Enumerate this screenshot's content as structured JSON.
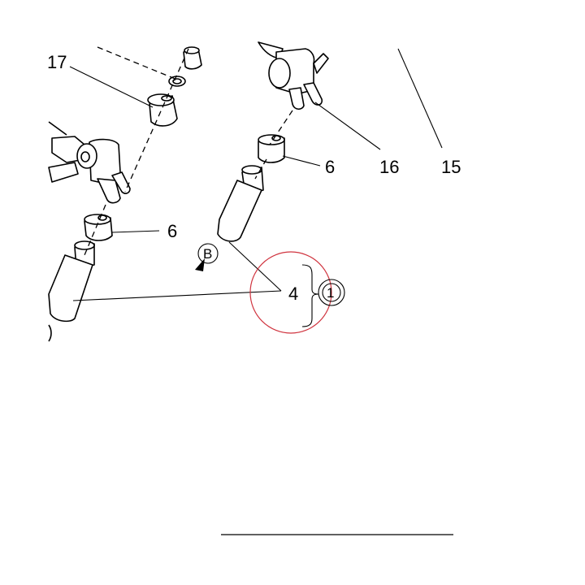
{
  "diagram": {
    "callouts": {
      "c17": "17",
      "c6_left": "6",
      "c6_right": "6",
      "c16": "16",
      "c15": "15",
      "c4": "4",
      "c1": "1",
      "view_b": "B"
    },
    "highlight_color": "#d0343f"
  }
}
